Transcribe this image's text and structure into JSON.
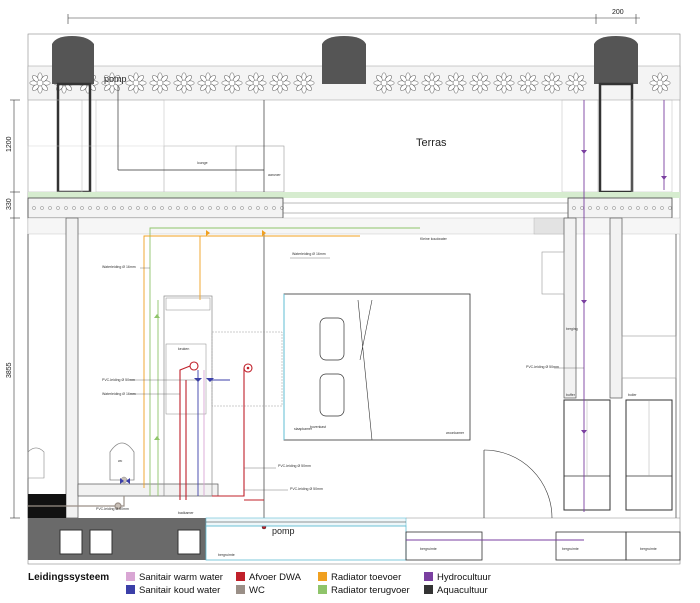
{
  "labels": {
    "terras": "Terras",
    "pomp_top": "pomp",
    "pomp_bottom": "pomp",
    "dim_top_right": "200",
    "dim_1200": "1200",
    "dim_330": "330",
    "dim_3855": "3855"
  },
  "small_labels": {
    "lounge": "lounge",
    "aanvoer": "aanvoer",
    "koudwater_top": "Kleine koudwater",
    "waterleiding_right": "Waterleiding Ø 16mm",
    "waterleiding_mid": "Waterleiding Ø 16mm",
    "waterleiding_left": "Waterleiding Ø 16mm",
    "pvc_left": "PVC-leiding Ø 50mm",
    "pvc_mid1": "PVC-leiding Ø 50mm",
    "pvc_mid2": "PVC-leiding Ø 50mm",
    "pvc_bottom": "PVC-leiding Ø 50mm",
    "pvc_right": "PVC-leiding Ø 50mm",
    "keuken": "keuken",
    "badkamer": "badkamer",
    "woonkamer": "woonkamer",
    "wc": "wc",
    "slaapkamer": "slaapkamer",
    "berging": "berging",
    "buffer": "buffer",
    "boiler": "boiler",
    "bottom_box1": "bergruimte",
    "bottom_box2": "bergruimte",
    "bottom_box3": "bergruimte",
    "bottom_left": "bergruimte",
    "bovenkast": "bovenkast"
  },
  "legend": {
    "title": "Leidingssysteem",
    "items": [
      {
        "label": "Sanitair warm water",
        "color": "#d9a6d4"
      },
      {
        "label": "Sanitair koud water",
        "color": "#3b3fa8"
      },
      {
        "label": "Afvoer DWA",
        "color": "#c0202a"
      },
      {
        "label": "WC",
        "color": "#9a8f87"
      },
      {
        "label": "Radiator toevoer",
        "color": "#f0a020"
      },
      {
        "label": "Radiator terugvoer",
        "color": "#8fc46a"
      },
      {
        "label": "Hydrocultuur",
        "color": "#7a3fa0"
      },
      {
        "label": "Aquacultuur",
        "color": "#333333"
      }
    ]
  },
  "colors": {
    "wall": "#444444",
    "chimney": "#555555",
    "insulation": "#cfe8c8",
    "water_blue": "#5fbcd3",
    "grid": "#bbbbbb"
  }
}
